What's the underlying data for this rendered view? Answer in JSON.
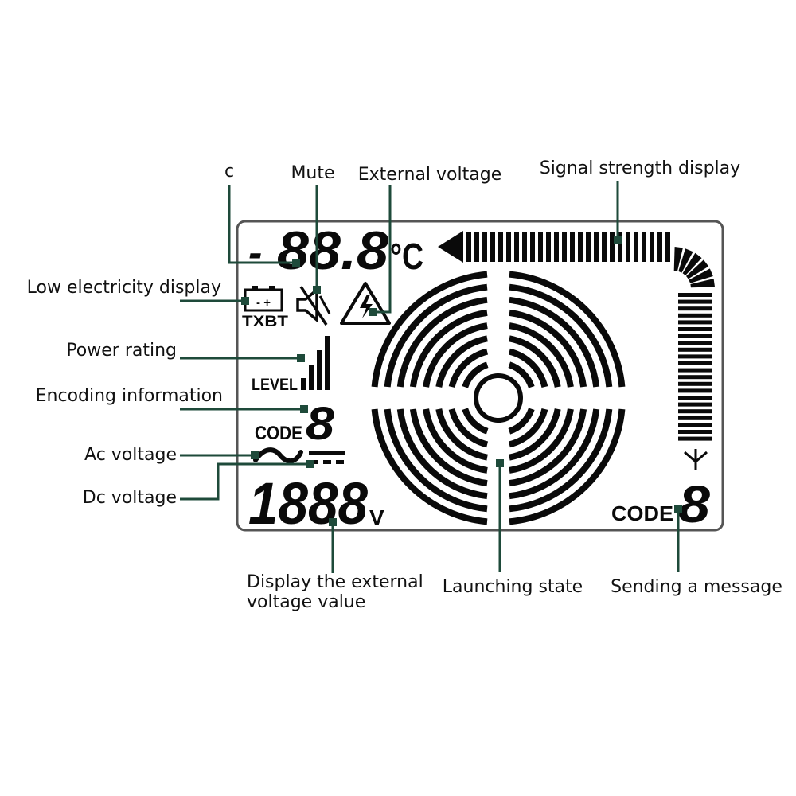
{
  "callouts": {
    "temperature": "c",
    "mute": "Mute",
    "external_voltage": "External voltage",
    "signal_strength": "Signal strength display",
    "low_electricity": "Low electricity display",
    "power_rating": "Power rating",
    "encoding_information": "Encoding information",
    "ac_voltage": "Ac voltage",
    "dc_voltage": "Dc voltage",
    "voltage_value_line1": "Display the external",
    "voltage_value_line2": "voltage value",
    "launching_state": "Launching state",
    "sending_message": "Sending a message"
  },
  "lcd": {
    "temp_sign": "-",
    "temp_digits": "88.8",
    "temp_unit": "°C",
    "battery_caption": "TXBT",
    "battery_terminals": "- +",
    "level_label": "LEVEL",
    "code_label": "CODE",
    "code_digit": "8",
    "voltage_digits": "1888",
    "voltage_unit": "V",
    "send_code_label": "CODE",
    "send_code_digit": "8"
  },
  "colors": {
    "leader": "#1e4a3a",
    "segment": "#0a0a0a",
    "frame": "#555555"
  },
  "icons": [
    "battery-icon",
    "mute-speaker-icon",
    "high-voltage-warning-icon",
    "signal-bars-icon",
    "antenna-icon",
    "ac-wave-icon",
    "dc-symbol-icon"
  ]
}
